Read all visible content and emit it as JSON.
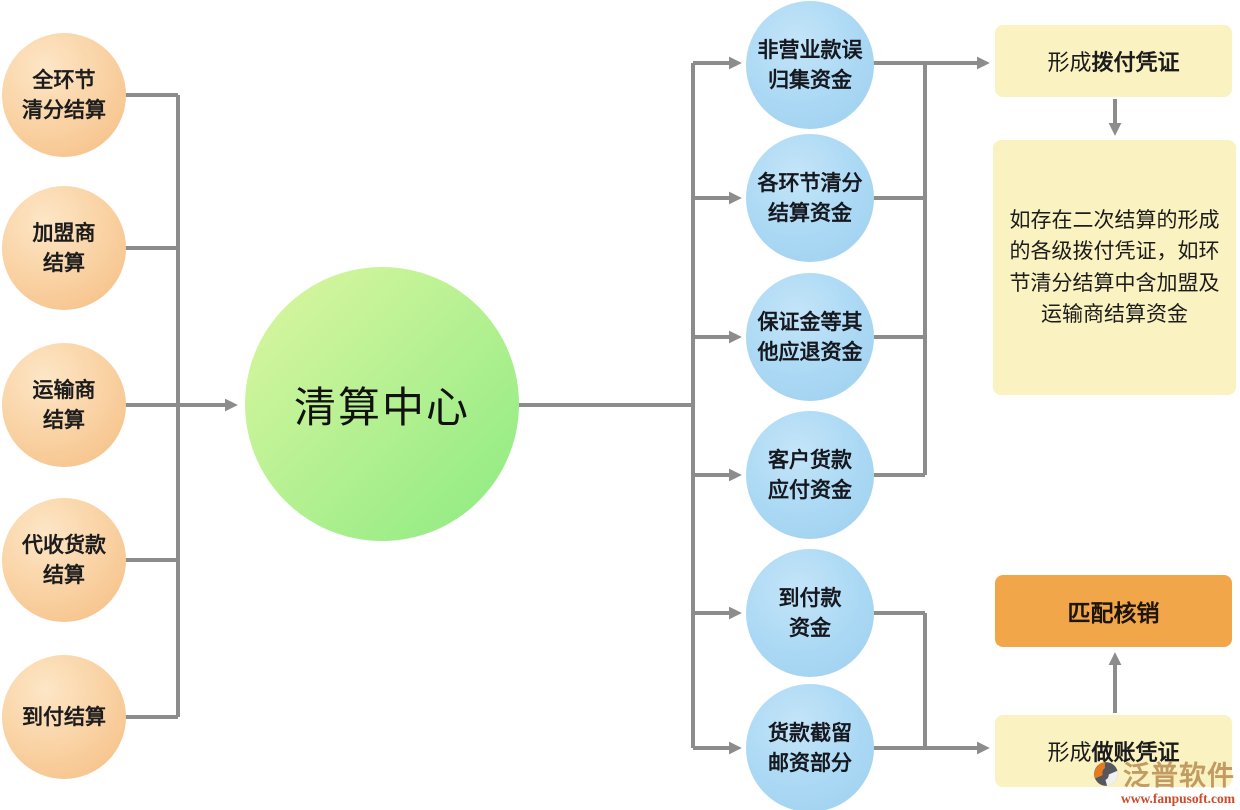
{
  "diagram": {
    "center": {
      "label": "清算中心"
    },
    "left_nodes": [
      {
        "label": "全环节\n清分结算"
      },
      {
        "label": "加盟商\n结算"
      },
      {
        "label": "运输商\n结算"
      },
      {
        "label": "代收货款\n结算"
      },
      {
        "label": "到付结算"
      }
    ],
    "right_nodes": [
      {
        "label": "非营业款误\n归集资金"
      },
      {
        "label": "各环节清分\n结算资金"
      },
      {
        "label": "保证金等其\n他应退资金"
      },
      {
        "label": "客户货款\n应付资金"
      },
      {
        "label": "到付款\n资金"
      },
      {
        "label": "货款截留\n邮资部分"
      }
    ],
    "boxes": {
      "payment_voucher": {
        "prefix": "形成",
        "bold": "拨付凭证"
      },
      "secondary_note": "如存在二次结算的形成的各级拨付凭证，如环节清分结算中含加盟及运输商结算资金",
      "match_writeoff": {
        "label": "匹配核销"
      },
      "accounting_voucher": {
        "prefix": "形成",
        "bold": "做账凭证"
      }
    },
    "colors": {
      "orange_circle": "#f8cd98",
      "blue_circle": "#aad8f4",
      "green_circle": "#9cee88",
      "yellow_box": "#faf2c0",
      "orange_box": "#f2a64a",
      "connector": "#8c8c8c"
    }
  },
  "watermark": {
    "brand": "泛普软件",
    "url": "www.fanpusoft.com"
  }
}
